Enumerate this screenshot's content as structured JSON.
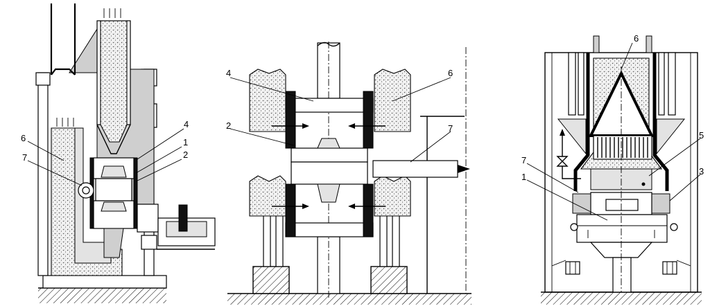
{
  "figure_left": {
    "labels": [
      "4",
      "1",
      "2",
      "6",
      "7"
    ]
  },
  "figure_middle": {
    "labels": [
      "4",
      "6",
      "2",
      "7"
    ]
  },
  "figure_right": {
    "labels": [
      "6",
      "5",
      "7",
      "1",
      "3"
    ]
  },
  "colors": {
    "line": "#000000",
    "shade": "#cfcfcf",
    "light_shade": "#e3e3e3",
    "sand_dots": "#555555"
  }
}
